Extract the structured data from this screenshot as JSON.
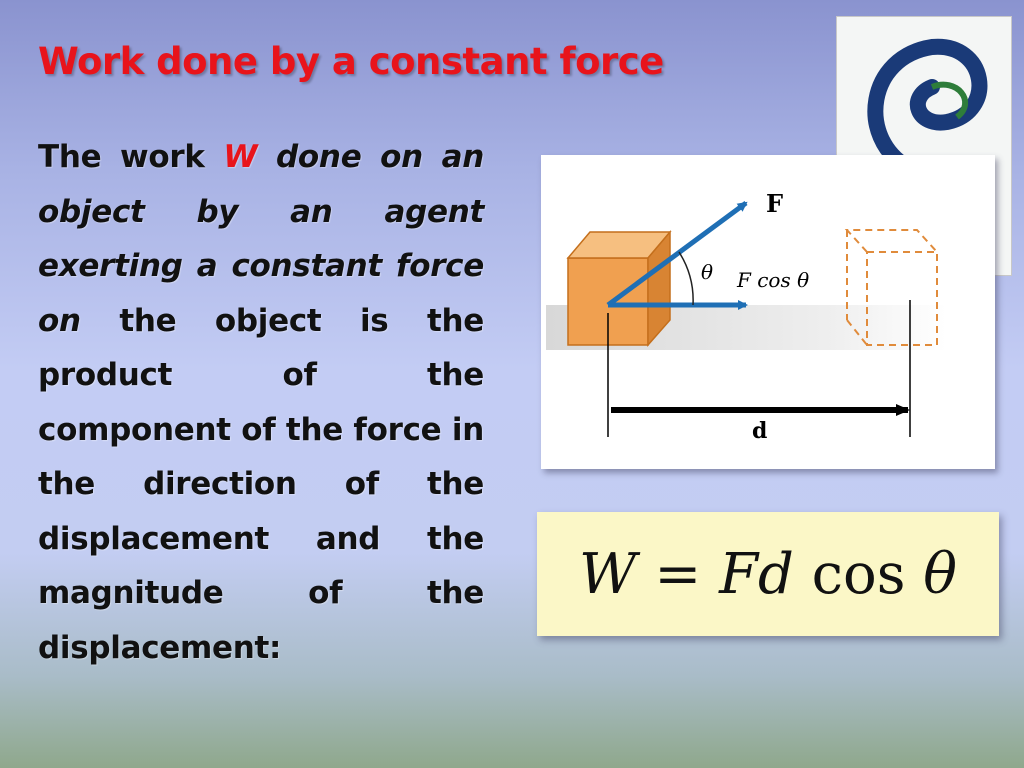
{
  "slide": {
    "title": "Work done by a constant force",
    "body": {
      "part1": "The work ",
      "symbol": "W",
      "part2": " done on an object by an agent exerting a constant force on",
      "part3": " the object is the product of the component of the force in the direction of the displacement and the magnitude of the displacement:"
    },
    "figure": {
      "force_label": "F",
      "angle_label": "θ",
      "component_label": "F cos θ",
      "displacement_label": "d"
    },
    "equation": {
      "lhs": "W",
      "equals": "=",
      "rhs_vars": "Fd",
      "func": "cos",
      "angle": "θ"
    },
    "colors": {
      "title": "#e8141b",
      "box": "#f0a050",
      "arrow": "#1f6fb5",
      "equation_bg": "#fbf7c7"
    }
  }
}
